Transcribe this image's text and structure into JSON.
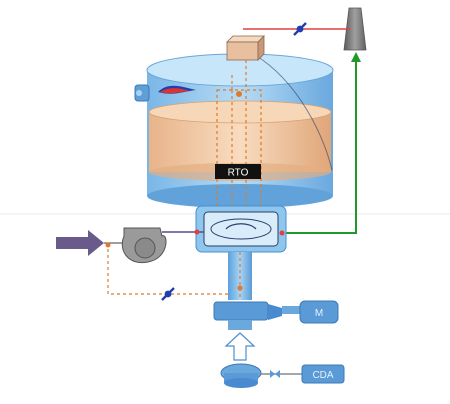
{
  "diagram": {
    "rto_label": "RTO",
    "motor_label": "M",
    "cda_label": "CDA"
  },
  "colors": {
    "vessel_blue": "#8ec6ee",
    "vessel_dark": "#4a8fd0",
    "packing_orange": "#f2c8a0",
    "flow_green": "#1f9a2a",
    "flow_red": "#e04040",
    "dashed_orange": "#e07a2a",
    "inlet_purple": "#6a5a8c",
    "stack_gray": "#7c7c7c",
    "fan_gray": "#9a9a9a",
    "valve_blue": "#1f3fae"
  },
  "icons": {
    "fan": "centrifugal-fan-icon",
    "motor": "motor-icon",
    "stack": "exhaust-stack-icon",
    "valve": "butterfly-valve-icon",
    "burner": "burner-flame-icon",
    "inlet_arrow": "inlet-arrow-icon",
    "up_arrow": "up-arrow-icon"
  }
}
